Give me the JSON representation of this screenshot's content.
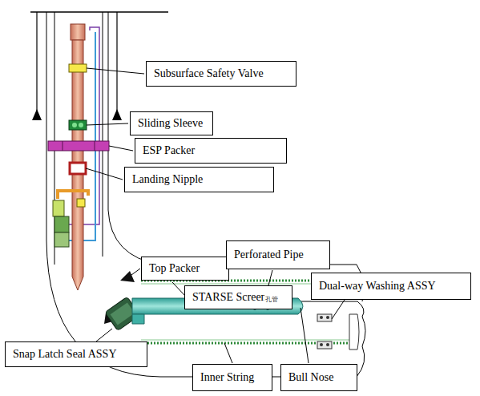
{
  "diagram": {
    "nodes": [
      {
        "text": [
          "Subsurface Safety Valve"
        ]
      },
      {
        "text": [
          "Sliding Sleeve"
        ]
      },
      {
        "text": [
          "ESP Packer"
        ]
      },
      {
        "text": [
          "Landing Nipple"
        ]
      },
      {
        "text": [
          "Top Packer"
        ]
      },
      {
        "text": [
          "Perforated Pipe"
        ]
      },
      {
        "text": [
          "STARSE Screen"
        ]
      },
      {
        "text": [
          "Dual-way Washing ASSY"
        ]
      },
      {
        "text": [
          "Snap Latch Seal ASSY"
        ]
      },
      {
        "text": [
          "Inner String"
        ]
      },
      {
        "text": [
          "Bull Nose"
        ]
      }
    ],
    "labels": [
      "孔管"
    ]
  }
}
